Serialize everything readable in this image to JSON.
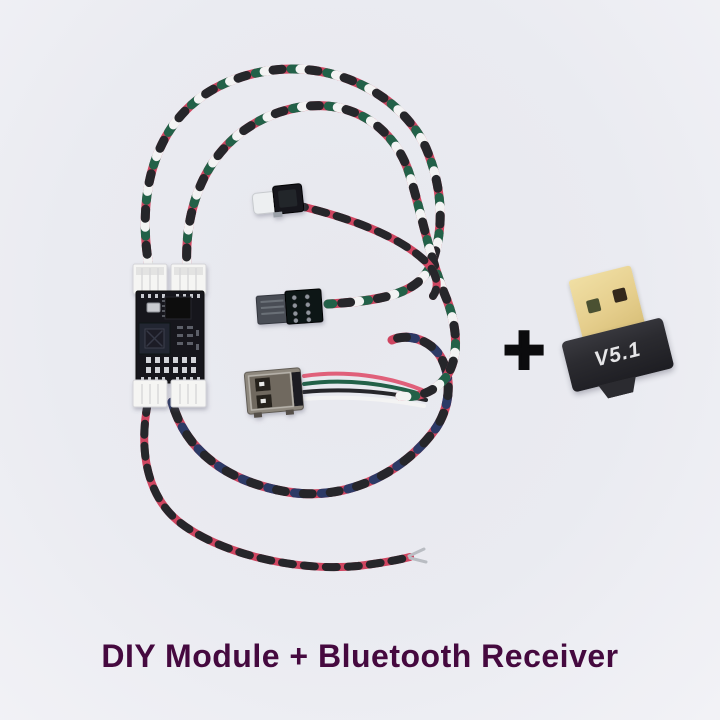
{
  "image": {
    "type": "product-photo",
    "description": "DIY wiring-harness module kit photographed on a light grey background, shown alongside a Bluetooth USB receiver dongle"
  },
  "caption": {
    "text": "DIY Module + Bluetooth Receiver"
  },
  "plus_sign": "+",
  "dongle": {
    "label": "V5.1"
  },
  "components": {
    "module": "black DIY module PCB with two top and two bottom white JST connectors",
    "push_button": "inline push-button switch on red/black pair",
    "usb_male": "bare USB-A male plug on 4-wire twisted lead",
    "usb_female": "metal USB-A female socket on 4-wire lead",
    "bare_leads": "tinned bare wire tips on red/black pair",
    "bluetooth_dongle": "gold USB plug dongle with black cap labeled V5.1"
  },
  "colors": {
    "bg-center": "#e7e8ee",
    "bg-mid": "#eaebf1",
    "bg-edge": "#f2f2f6",
    "wire-red": "#cf4560",
    "wire-pink": "#e0607a",
    "wire-green": "#226148",
    "wire-white": "#f3f3f3",
    "wire-black": "#26262a",
    "wire-navy": "#2c3a66",
    "metal-light": "#b9bcc2",
    "gold": "#e6cf8e",
    "dongle-body": "#2b2b30",
    "caption": "#45093f",
    "plus": "#0b0b0d"
  }
}
